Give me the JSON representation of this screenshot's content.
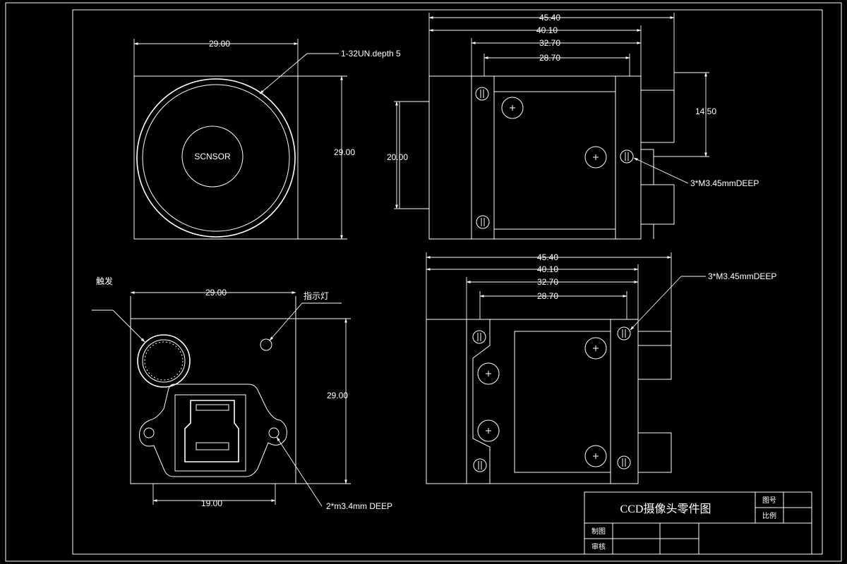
{
  "colors": {
    "background": "#000000",
    "line": "#ffffff"
  },
  "front_view": {
    "width_dim": "29.00",
    "height_dim": "29.00",
    "thread_note": "1-32UN.depth 5",
    "sensor_label": "SCNSOR"
  },
  "side_view_top": {
    "dims": [
      "45.40",
      "40.10",
      "32.70",
      "28.70"
    ],
    "left_height": "20.00",
    "right_height": "14.50",
    "hole_note": "3*M3.45mmDEEP"
  },
  "rear_view": {
    "trigger_label": "触发",
    "indicator_label": "指示灯",
    "width_dim": "29.00",
    "height_dim": "29.00",
    "bottom_dim": "19.00",
    "hole_note": "2*m3.4mm DEEP"
  },
  "side_view_bottom": {
    "dims": [
      "45.40",
      "40.10",
      "32.70",
      "28.70"
    ],
    "hole_note": "3*M3.45mmDEEP"
  },
  "title_block": {
    "title": "CCD摄像头零件图",
    "drawing_no_label": "图号",
    "scale_label": "比例",
    "drawn_label": "制图",
    "checked_label": "审核"
  }
}
